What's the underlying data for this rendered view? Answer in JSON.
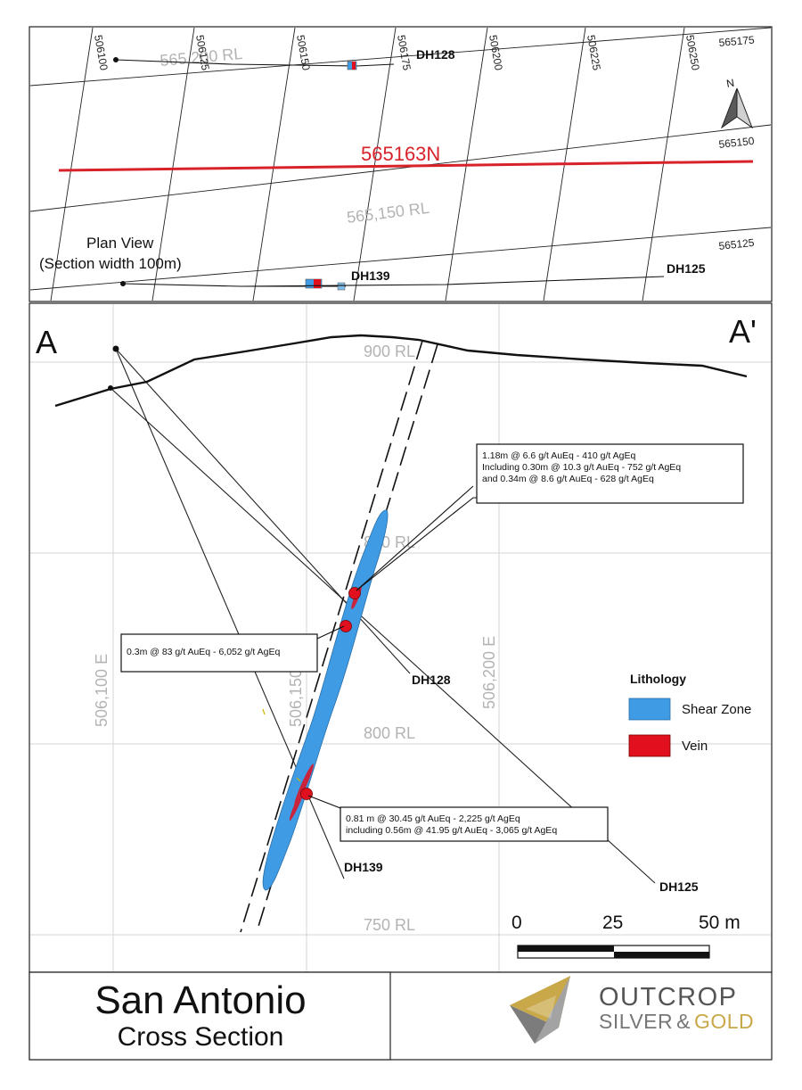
{
  "plan_view": {
    "eastings": [
      "506100",
      "506125",
      "506150",
      "506175",
      "506200",
      "506225",
      "506250"
    ],
    "northings": [
      "565175",
      "565150",
      "565125"
    ],
    "rl_labels": [
      "565,200 RL",
      "565,150 RL"
    ],
    "section_line_label": "565163N",
    "caption_line1": "Plan View",
    "caption_line2": "(Section width 100m)",
    "holes": [
      "DH128",
      "DH139",
      "DH125"
    ],
    "north_label": "N",
    "colors": {
      "section_line": "#d8222a",
      "shear_zone": "#3f9be3",
      "vein": "#e1101f"
    }
  },
  "section": {
    "end_label_left": "A",
    "end_label_right": "A'",
    "rl_labels": [
      "900 RL",
      "850 RL",
      "800 RL",
      "750 RL"
    ],
    "easting_labels": [
      "506,100 E",
      "506,150 E",
      "506,200 E"
    ],
    "holes": [
      "DH128",
      "DH139",
      "DH125"
    ],
    "callouts": [
      {
        "lines": [
          "1.18m @ 6.6 g/t AuEq - 410 g/t AgEq",
          "Including 0.30m @ 10.3 g/t AuEq - 752 g/t AgEq",
          "and 0.34m @ 8.6 g/t AuEq - 628 g/t AgEq"
        ]
      },
      {
        "lines": [
          "0.3m @ 83 g/t AuEq - 6,052 g/t AgEq"
        ]
      },
      {
        "lines": [
          "0.81 m @ 30.45 g/t AuEq - 2,225 g/t AgEq",
          "including 0.56m @ 41.95 g/t AuEq - 3,065 g/t AgEq"
        ]
      }
    ]
  },
  "legend": {
    "title": "Lithology",
    "items": [
      {
        "label": "Shear Zone",
        "color": "#3f9be3"
      },
      {
        "label": "Vein",
        "color": "#e1101f"
      }
    ]
  },
  "scale_bar": {
    "ticks": [
      "0",
      "25",
      "50 m"
    ]
  },
  "title_block": {
    "title": "San Antonio",
    "subtitle": "Cross Section"
  },
  "logo": {
    "line1": "OUTCROP",
    "line2a": "SILVER",
    "line2b": "&",
    "line2c": "GOLD"
  }
}
